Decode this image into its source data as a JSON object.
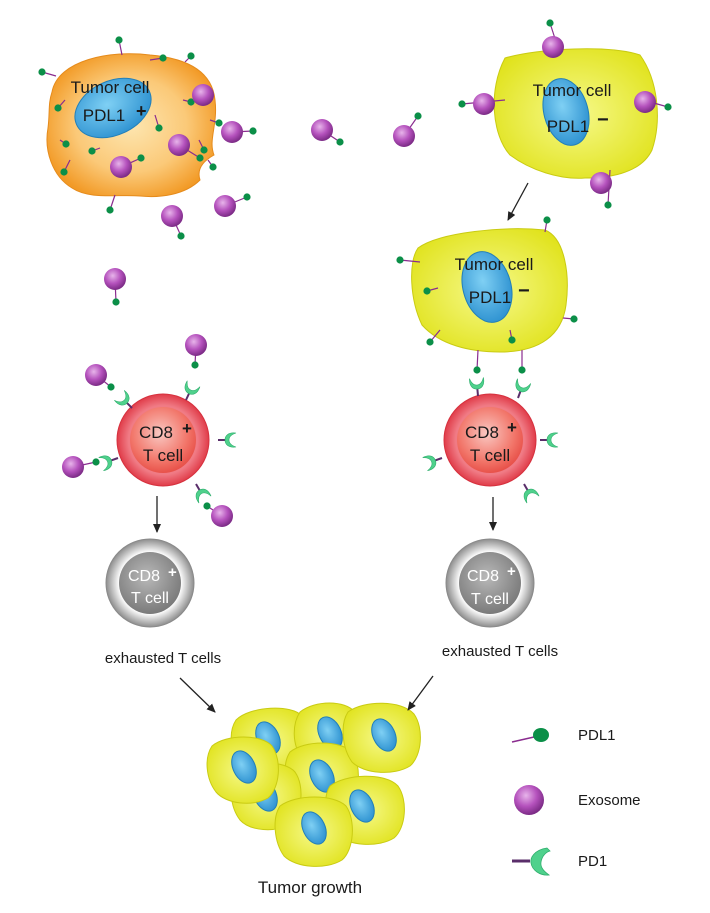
{
  "labels": {
    "tumor_cell": "Tumor cell",
    "pdl1_pos": "PDL1",
    "plus": "+",
    "minus": "−",
    "cd8": "CD8",
    "t_cell": "T cell",
    "exhausted": "exhausted T cells",
    "tumor_growth": "Tumor growth"
  },
  "legend": {
    "pdl1": "PDL1",
    "exosome": "Exosome",
    "pd1": "PD1"
  },
  "colors": {
    "orange_cell": "#f5a233",
    "yellow_cell": "#e6e81e",
    "nucleus": "#3a9fd6",
    "exosome": "#b14ab8",
    "pdl1_head": "#0b8f48",
    "pd1_cup": "#4fd18c",
    "cd8_red": "#e8414a",
    "exhausted_gray": "#8c8c8c"
  }
}
